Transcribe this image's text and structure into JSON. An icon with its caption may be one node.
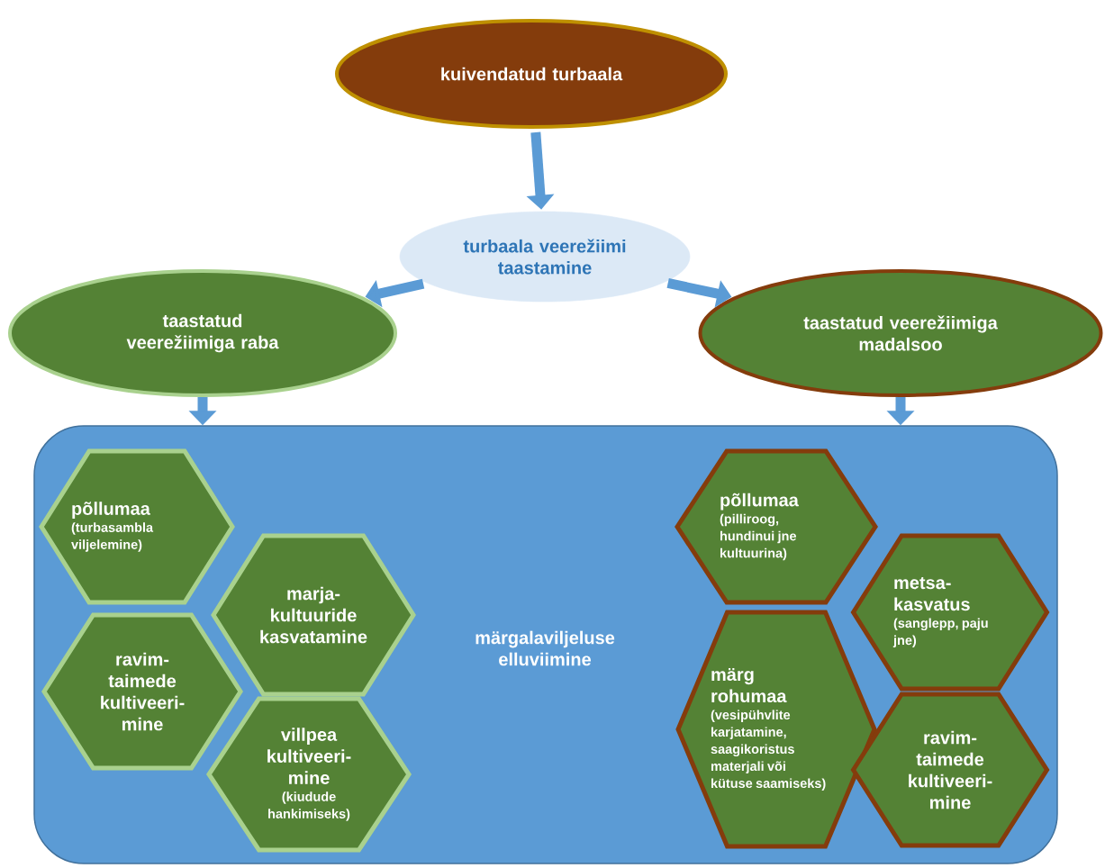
{
  "diagram": {
    "nodes": [
      {
        "text": [
          "kuivendatud turbaala"
        ]
      },
      {
        "text": [
          "turbaala veerežiimi taastamine"
        ]
      },
      {
        "text": [
          "taastatud veerežiimiga raba"
        ]
      },
      {
        "text": [
          "taastatud veerežiimiga madalsoo"
        ]
      },
      {
        "text": [
          "märgalaviljeluse elluviimine"
        ]
      },
      {
        "text": [
          "põllumaa",
          "(turbasambla viljelemine)"
        ],
        "in": 4
      },
      {
        "text": [
          "marja-kultuuride kasvatamine"
        ],
        "in": 4
      },
      {
        "text": [
          "ravim-taimede kultiveeri-mine"
        ],
        "in": 4
      },
      {
        "text": [
          "villpea kultiveeri-mine",
          "(kiudude hankimiseks)"
        ],
        "in": 4
      },
      {
        "text": [
          "põllumaa",
          "(pilliroog, hundinui jne kultuurina)"
        ],
        "in": 4
      },
      {
        "text": [
          "metsa-kasvatus",
          "(sanglepp, paju jne)"
        ],
        "in": 4
      },
      {
        "text": [
          "märg rohumaa",
          "(vesipühvlite karjatamine, saagikoristus materjali või kütuse saamiseks)"
        ],
        "in": 4
      },
      {
        "text": [
          "ravim-taimede kultiveeri-mine"
        ],
        "in": 4
      }
    ],
    "edges": [
      {
        "from": 0,
        "to": 1,
        "arrow": "to"
      },
      {
        "from": 1,
        "to": 2,
        "arrow": "to"
      },
      {
        "from": 1,
        "to": 3,
        "arrow": "to"
      },
      {
        "from": 2,
        "to": 4,
        "arrow": "to"
      },
      {
        "from": 3,
        "to": 4,
        "arrow": "to"
      }
    ]
  }
}
